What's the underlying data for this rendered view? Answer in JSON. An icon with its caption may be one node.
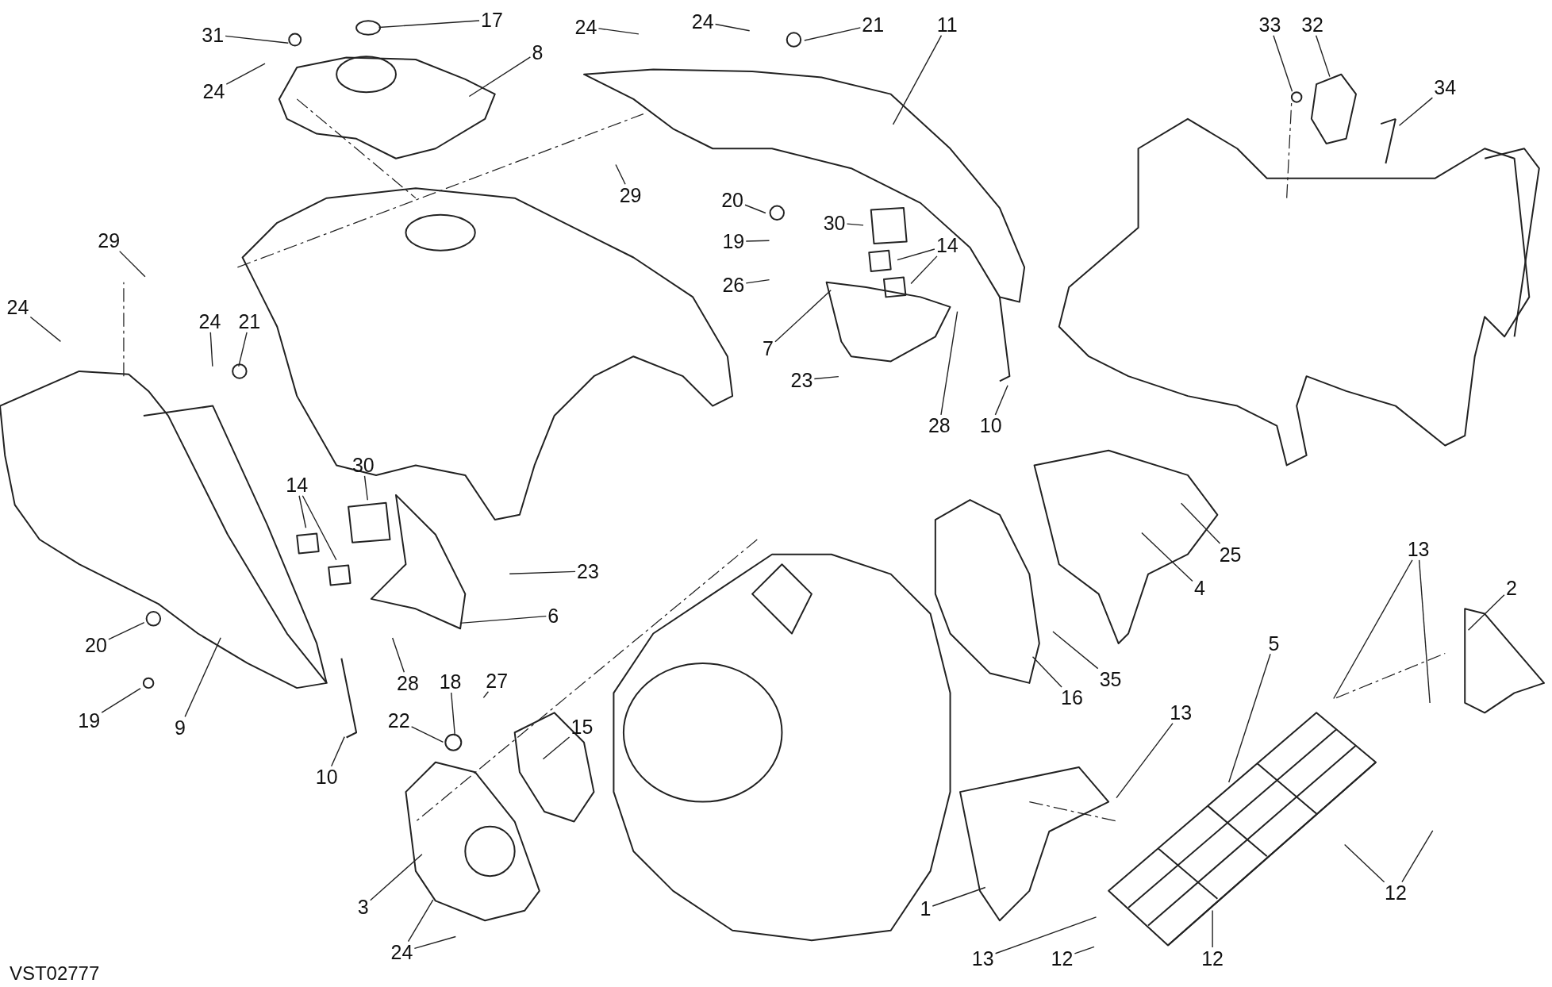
{
  "diagram": {
    "nodes": [
      {
        "text": [
          "17"
        ]
      },
      {
        "text": [
          "31"
        ]
      },
      {
        "text": [
          "24"
        ]
      },
      {
        "text": [
          "8"
        ]
      },
      {
        "text": [
          "24"
        ]
      },
      {
        "text": [
          "24"
        ]
      },
      {
        "text": [
          "21"
        ]
      },
      {
        "text": [
          "11"
        ]
      },
      {
        "text": [
          "29"
        ]
      },
      {
        "text": [
          "20"
        ]
      },
      {
        "text": [
          "19"
        ]
      },
      {
        "text": [
          "26"
        ]
      },
      {
        "text": [
          "30"
        ]
      },
      {
        "text": [
          "14"
        ]
      },
      {
        "text": [
          "7"
        ]
      },
      {
        "text": [
          "23"
        ]
      },
      {
        "text": [
          "28"
        ]
      },
      {
        "text": [
          "10"
        ]
      },
      {
        "text": [
          "33"
        ]
      },
      {
        "text": [
          "32"
        ]
      },
      {
        "text": [
          "34"
        ]
      },
      {
        "text": [
          "29"
        ]
      },
      {
        "text": [
          "24"
        ]
      },
      {
        "text": [
          "24"
        ]
      },
      {
        "text": [
          "21"
        ]
      },
      {
        "text": [
          "30"
        ]
      },
      {
        "text": [
          "14"
        ]
      },
      {
        "text": [
          "23"
        ]
      },
      {
        "text": [
          "6"
        ]
      },
      {
        "text": [
          "28"
        ]
      },
      {
        "text": [
          "20"
        ]
      },
      {
        "text": [
          "19"
        ]
      },
      {
        "text": [
          "9"
        ]
      },
      {
        "text": [
          "10"
        ]
      },
      {
        "text": [
          "18"
        ]
      },
      {
        "text": [
          "27"
        ]
      },
      {
        "text": [
          "22"
        ]
      },
      {
        "text": [
          "15"
        ]
      },
      {
        "text": [
          "3"
        ]
      },
      {
        "text": [
          "24"
        ]
      },
      {
        "text": [
          "16"
        ]
      },
      {
        "text": [
          "35"
        ]
      },
      {
        "text": [
          "4"
        ]
      },
      {
        "text": [
          "25"
        ]
      },
      {
        "text": [
          "5"
        ]
      },
      {
        "text": [
          "13"
        ]
      },
      {
        "text": [
          "13"
        ]
      },
      {
        "text": [
          "2"
        ]
      },
      {
        "text": [
          "12"
        ]
      },
      {
        "text": [
          "12"
        ]
      },
      {
        "text": [
          "12"
        ]
      },
      {
        "text": [
          "13"
        ]
      },
      {
        "text": [
          "1"
        ]
      }
    ],
    "edges": [
      {
        "from": 0,
        "to": null,
        "arrow": "none"
      },
      {
        "from": 1,
        "to": null,
        "arrow": "none"
      },
      {
        "from": 2,
        "to": null,
        "arrow": "none"
      },
      {
        "from": 3,
        "to": null,
        "arrow": "none"
      },
      {
        "from": 4,
        "to": null,
        "arrow": "none"
      },
      {
        "from": 5,
        "to": null,
        "arrow": "none"
      },
      {
        "from": 6,
        "to": null,
        "arrow": "none"
      },
      {
        "from": 7,
        "to": null,
        "arrow": "none"
      },
      {
        "from": 8,
        "to": null,
        "arrow": "none"
      },
      {
        "from": 9,
        "to": null,
        "arrow": "none"
      },
      {
        "from": 10,
        "to": null,
        "arrow": "none"
      },
      {
        "from": 11,
        "to": null,
        "arrow": "none"
      },
      {
        "from": 12,
        "to": null,
        "arrow": "none"
      },
      {
        "from": 13,
        "to": null,
        "arrow": "none"
      },
      {
        "from": 13,
        "to": null,
        "arrow": "none"
      },
      {
        "from": 14,
        "to": null,
        "arrow": "none"
      },
      {
        "from": 15,
        "to": null,
        "arrow": "none"
      },
      {
        "from": 16,
        "to": null,
        "arrow": "none"
      },
      {
        "from": 17,
        "to": null,
        "arrow": "none"
      },
      {
        "from": 18,
        "to": null,
        "arrow": "none"
      },
      {
        "from": 19,
        "to": null,
        "arrow": "none"
      },
      {
        "from": 20,
        "to": null,
        "arrow": "none"
      },
      {
        "from": 21,
        "to": null,
        "arrow": "none"
      },
      {
        "from": 22,
        "to": null,
        "arrow": "none"
      },
      {
        "from": 23,
        "to": null,
        "arrow": "none"
      },
      {
        "from": 24,
        "to": null,
        "arrow": "none"
      },
      {
        "from": 25,
        "to": null,
        "arrow": "none"
      },
      {
        "from": 26,
        "to": null,
        "arrow": "none"
      },
      {
        "from": 26,
        "to": null,
        "arrow": "none"
      },
      {
        "from": 27,
        "to": null,
        "arrow": "none"
      },
      {
        "from": 28,
        "to": null,
        "arrow": "none"
      },
      {
        "from": 29,
        "to": null,
        "arrow": "none"
      },
      {
        "from": 30,
        "to": null,
        "arrow": "none"
      },
      {
        "from": 31,
        "to": null,
        "arrow": "none"
      },
      {
        "from": 32,
        "to": null,
        "arrow": "none"
      },
      {
        "from": 33,
        "to": null,
        "arrow": "none"
      },
      {
        "from": 34,
        "to": null,
        "arrow": "none"
      },
      {
        "from": 35,
        "to": null,
        "arrow": "none"
      },
      {
        "from": 36,
        "to": null,
        "arrow": "none"
      },
      {
        "from": 37,
        "to": null,
        "arrow": "none"
      },
      {
        "from": 38,
        "to": null,
        "arrow": "none"
      },
      {
        "from": 39,
        "to": null,
        "arrow": "none"
      },
      {
        "from": 39,
        "to": null,
        "arrow": "none"
      },
      {
        "from": 40,
        "to": null,
        "arrow": "none"
      },
      {
        "from": 41,
        "to": null,
        "arrow": "none"
      },
      {
        "from": 42,
        "to": null,
        "arrow": "none"
      },
      {
        "from": 43,
        "to": null,
        "arrow": "none"
      },
      {
        "from": 44,
        "to": null,
        "arrow": "none"
      },
      {
        "from": 45,
        "to": null,
        "arrow": "none"
      },
      {
        "from": 46,
        "to": null,
        "arrow": "none"
      },
      {
        "from": 46,
        "to": null,
        "arrow": "none"
      },
      {
        "from": 47,
        "to": null,
        "arrow": "none"
      },
      {
        "from": 48,
        "to": null,
        "arrow": "none"
      },
      {
        "from": 48,
        "to": null,
        "arrow": "none"
      },
      {
        "from": 49,
        "to": null,
        "arrow": "none"
      },
      {
        "from": 50,
        "to": null,
        "arrow": "none"
      },
      {
        "from": 51,
        "to": null,
        "arrow": "none"
      },
      {
        "from": 52,
        "to": null,
        "arrow": "none"
      }
    ],
    "labels": [
      "VST02777"
    ]
  }
}
